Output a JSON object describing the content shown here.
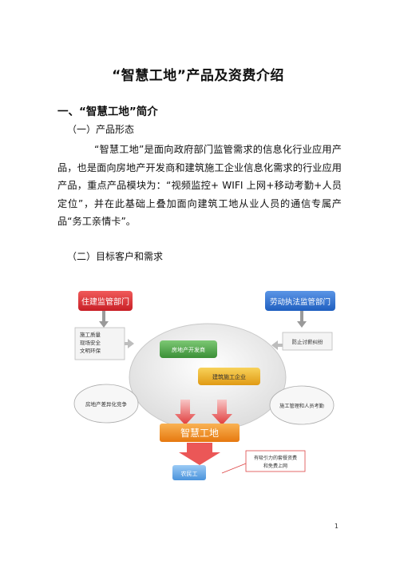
{
  "doc": {
    "title": "“智慧工地”产品及资费介绍",
    "section1": "一、“智慧工地”简介",
    "sub1": "（一）产品形态",
    "paragraph": "“智慧工地”是面向政府部门监管需求的信息化行业应用产品，也是面向房地产开发商和建筑施工企业信息化需求的行业应用产品，重点产品模块为：“视频监控+ WIFI 上网+移动考勤+人员定位”，并在此基础上叠加面向建筑工地从业人员的通信专属产品“务工亲情卡”。",
    "sub2": "（二）目标客户和需求",
    "page_number": "1"
  },
  "diagram": {
    "left_dept": "住建监管部门",
    "right_dept": "劳动执法监管部门",
    "left_needs": [
      "施工质量",
      "现场安全",
      "文明环保"
    ],
    "right_need": "防止讨薪纠纷",
    "developer": "房地产开发商",
    "construction": "建筑施工企业",
    "left_circle": "房地产差异化竞争",
    "right_circle": "施工管理和人员考勤",
    "center": "智慧工地",
    "callout_line1": "有吸引力的套餐资费",
    "callout_line2": "和免费上网",
    "bottom": "农民工",
    "colors": {
      "red": "#d9262c",
      "blue": "#2b6fd0",
      "green": "#4fa84a",
      "gold": "#eeb32a",
      "orange": "#f28e1c",
      "lightblue": "#6fb0ec"
    }
  }
}
